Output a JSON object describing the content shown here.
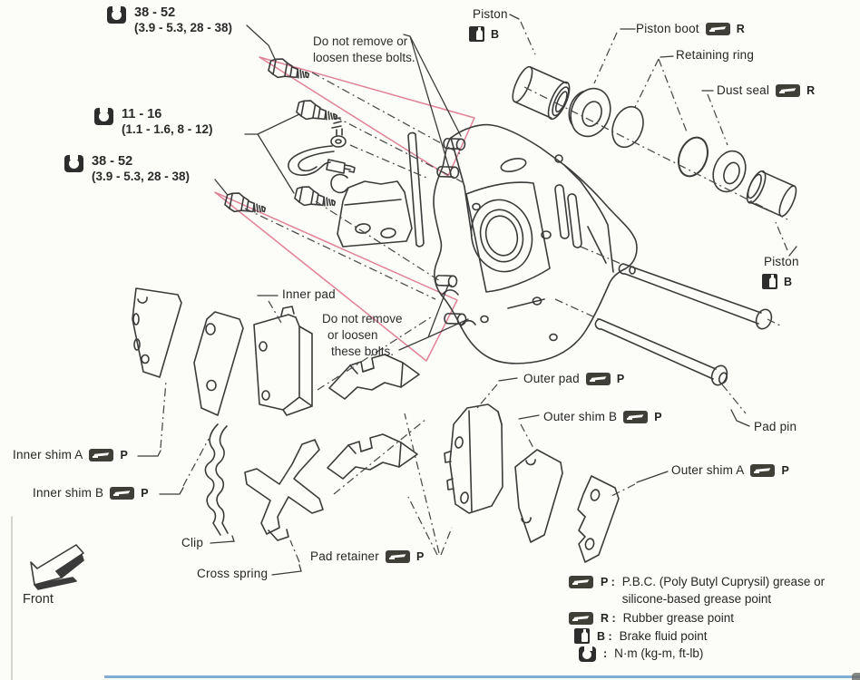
{
  "torque_specs": [
    {
      "value": "38 - 52",
      "detail": "(3.9 - 5.3, 28 - 38)"
    },
    {
      "value": "11 - 16",
      "detail": "(1.1 - 1.6, 8 - 12)"
    },
    {
      "value": "38 - 52",
      "detail": "(3.9 - 5.3, 28 - 38)"
    }
  ],
  "warnings": {
    "top": [
      "Do not remove or",
      "loosen these bolts."
    ],
    "middle": [
      "Do not remove",
      "or loosen",
      "these bolts."
    ]
  },
  "part_labels": {
    "piston_top": "Piston",
    "piston_boot": "Piston boot",
    "retaining_ring": "Retaining ring",
    "dust_seal": "Dust seal",
    "piston_right": "Piston",
    "inner_pad": "Inner pad",
    "outer_pad": "Outer pad",
    "outer_shim_b": "Outer shim B",
    "pad_pin": "Pad pin",
    "outer_shim_a": "Outer shim A",
    "inner_shim_a": "Inner shim A",
    "inner_shim_b": "Inner shim B",
    "clip": "Clip",
    "cross_spring": "Cross spring",
    "pad_retainer": "Pad retainer",
    "front": "Front"
  },
  "grease_codes": {
    "p": "P",
    "r": "R",
    "b": "B"
  },
  "legend": {
    "p_code": "P :",
    "p_line1": "P.B.C. (Poly Butyl Cuprysil) grease or",
    "p_line2": "silicone-based grease point",
    "r_code": "R :",
    "r_text": "Rubber grease point",
    "b_code": "B :",
    "b_text": "Brake fluid point",
    "nm_code": ":",
    "nm_text": "N·m (kg-m, ft-lb)"
  },
  "colors": {
    "line": "#3b3b3b",
    "highlight": "#e08194",
    "scan_line": "#6d9ecf"
  }
}
